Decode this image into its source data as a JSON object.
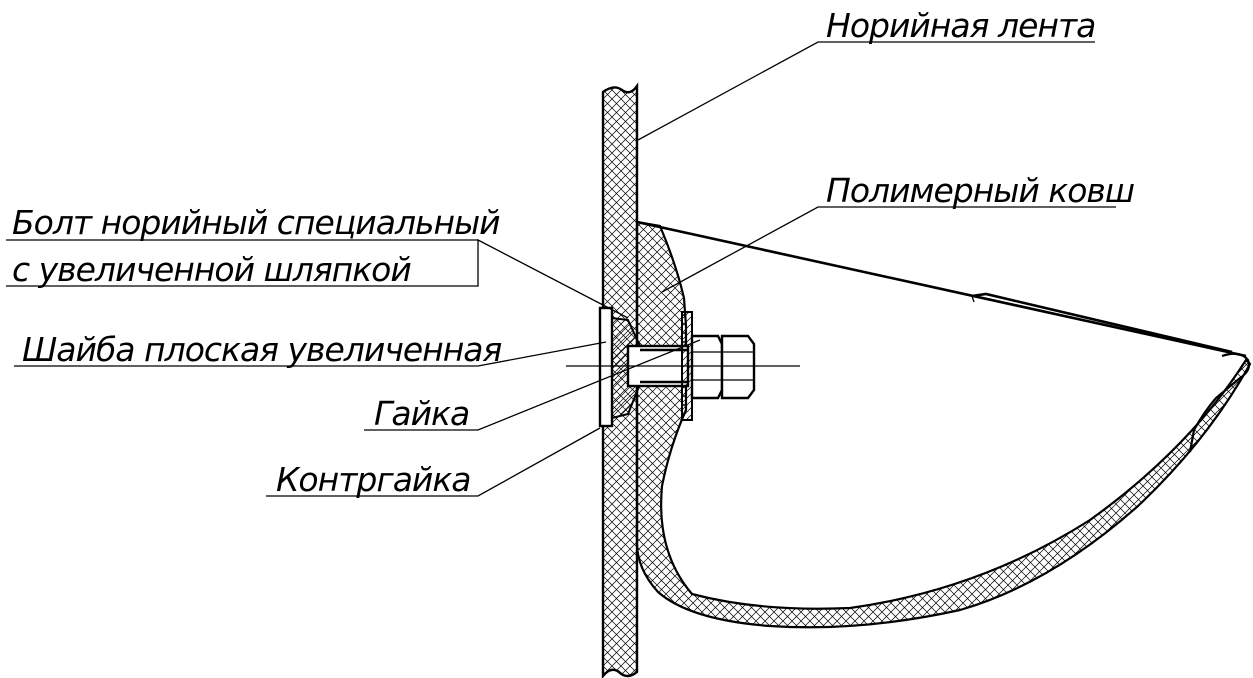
{
  "labels": {
    "belt": "Норийная лента",
    "bucket": "Полимерный ковш",
    "bolt_line1": "Болт норийный специальный",
    "bolt_line2": "с увеличенной шляпкой",
    "washer": "Шайба плоская увеличенная",
    "nut": "Гайка",
    "locknut": "Контргайка"
  },
  "colors": {
    "line": "#000000",
    "background": "#ffffff"
  }
}
